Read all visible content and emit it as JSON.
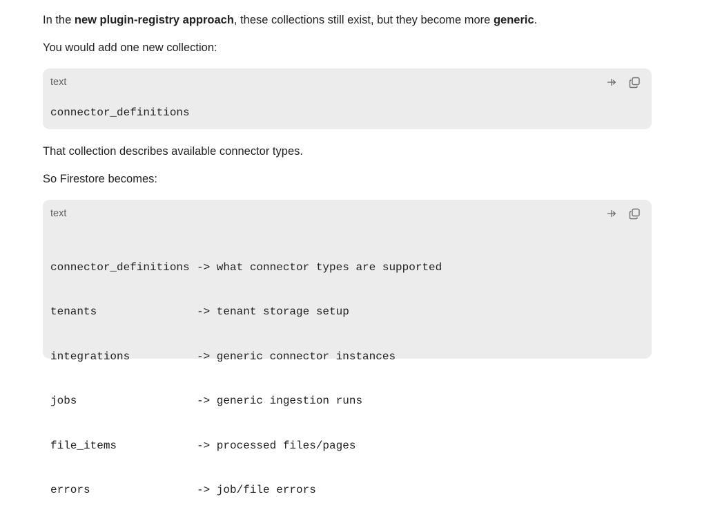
{
  "paragraphs": {
    "p1": {
      "pre": "In the ",
      "bold1": "new plugin-registry approach",
      "mid": ", these collections still exist, but they become more ",
      "bold2": "generic",
      "post": "."
    },
    "p2": "You would add one new collection:",
    "p3": "That collection describes available connector types.",
    "p4": "So Firestore becomes:"
  },
  "code_block_1": {
    "language": "text",
    "wrap_icon": "wrap-icon",
    "copy_icon": "copy-icon",
    "content": "connector_definitions"
  },
  "code_block_2": {
    "language": "text",
    "wrap_icon": "wrap-icon",
    "copy_icon": "copy-icon",
    "rows": [
      {
        "key": "connector_definitions",
        "desc": "-> what connector types are supported"
      },
      {
        "key": "tenants",
        "desc": "-> tenant storage setup"
      },
      {
        "key": "integrations",
        "desc": "-> generic connector instances"
      },
      {
        "key": "jobs",
        "desc": "-> generic ingestion runs"
      },
      {
        "key": "file_items",
        "desc": "-> processed files/pages"
      },
      {
        "key": "errors",
        "desc": "-> job/file errors"
      }
    ]
  }
}
